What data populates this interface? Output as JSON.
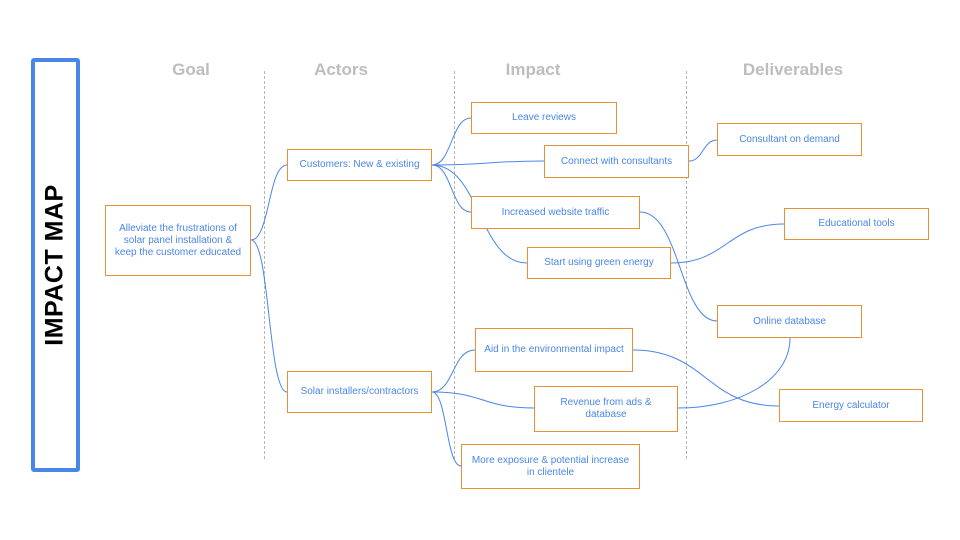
{
  "title": "IMPACT MAP",
  "headers": {
    "goal": "Goal",
    "actors": "Actors",
    "impact": "Impact",
    "deliverables": "Deliverables"
  },
  "goal": {
    "main": "Alleviate the frustrations of solar panel installation & keep the customer educated"
  },
  "actors": {
    "customers": "Customers: New & existing",
    "installers": "Solar installers/contractors"
  },
  "impacts": {
    "leave_reviews": "Leave reviews",
    "connect_consultants": "Connect with consultants",
    "website_traffic": "Increased website traffic",
    "green_energy": "Start using green energy",
    "environmental": "Aid in the environmental impact",
    "revenue": "Revenue from ads & database",
    "exposure": "More exposure & potential increase in clientele"
  },
  "deliverables": {
    "consultant_demand": "Consultant on demand",
    "educational_tools": "Educational tools",
    "online_database": "Online database",
    "energy_calculator": "Energy calculator"
  },
  "colors": {
    "link": "#4a86e8",
    "node_border": "#e69138",
    "node_text": "#4a86e8",
    "header": "#bdbdbd",
    "frame": "#4a86e8"
  }
}
